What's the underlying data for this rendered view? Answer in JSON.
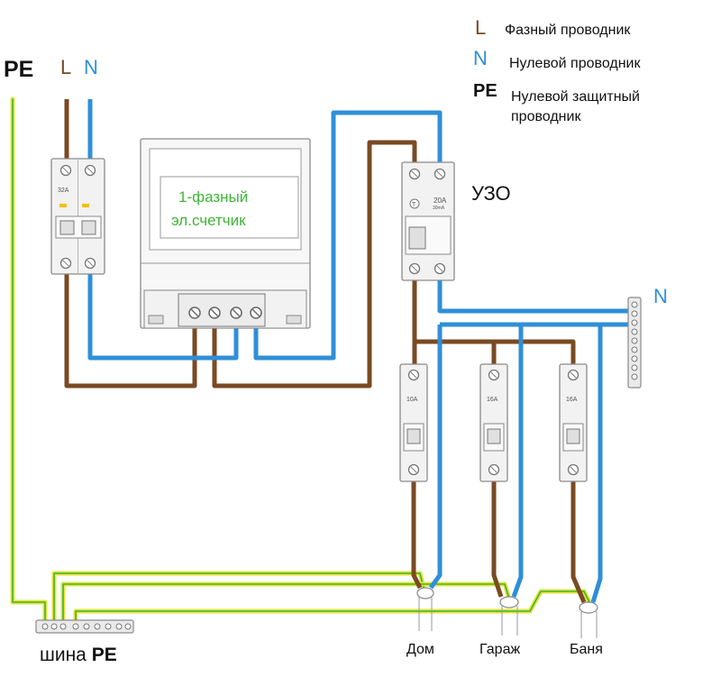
{
  "legend": {
    "items": [
      {
        "key": "L",
        "text": "Фазный проводник",
        "color": "#7a4a22"
      },
      {
        "key": "N",
        "text": "Нулевой проводник",
        "color": "#2f8fd8"
      },
      {
        "key": "PE",
        "text": "Нулевой защитный проводник",
        "text_line1": "Нулевой защитный",
        "text_line2": "проводник",
        "color": "#111111"
      }
    ]
  },
  "top_labels": {
    "pe": "PE",
    "l": "L",
    "n": "N"
  },
  "main_breaker": {
    "rating": "32A"
  },
  "meter": {
    "line1": "1-фазный",
    "line2": "эл.счетчик"
  },
  "rcd": {
    "name": "УЗО",
    "rating": "20A",
    "sub_rating": "30mA"
  },
  "n_bus": {
    "label": "N"
  },
  "pe_bus": {
    "label_prefix": "шина",
    "label_bold": "PE"
  },
  "breakers": [
    {
      "rating": "10A",
      "load": "Дом"
    },
    {
      "rating": "16A",
      "load": "Гараж"
    },
    {
      "rating": "16A",
      "load": "Баня"
    }
  ],
  "colors": {
    "phase": "#7a4a22",
    "neutral": "#2f8fd8",
    "pe_yellow": "#e6e23a",
    "pe_green": "#3fb536",
    "device_fill": "#f2f2f2",
    "device_stroke": "#8a8a8a",
    "meter_text": "#3fb536"
  }
}
